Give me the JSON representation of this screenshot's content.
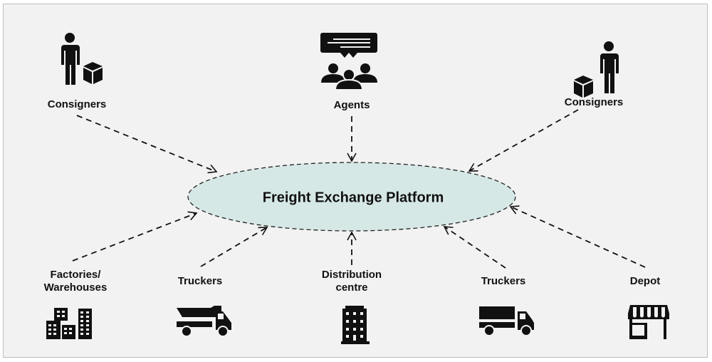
{
  "diagram": {
    "center": {
      "label": "Freight Exchange Platform",
      "fill_color": "#d6e8e6"
    },
    "nodes": [
      {
        "id": "consigners-left",
        "label": "Consigners",
        "icon": "person-with-box-icon",
        "arrow": "to-center"
      },
      {
        "id": "agents",
        "label": "Agents",
        "icon": "group-chat-icon",
        "arrow": "to-center"
      },
      {
        "id": "consigners-right",
        "label": "Consigners",
        "icon": "person-with-box-icon",
        "arrow": "to-center"
      },
      {
        "id": "factories-warehouses",
        "label_line1": "Factories/",
        "label_line2": "Warehouses",
        "icon": "buildings-icon",
        "arrow": "to-center"
      },
      {
        "id": "truckers-left",
        "label": "Truckers",
        "icon": "dump-truck-icon",
        "arrow": "to-center"
      },
      {
        "id": "distribution-centre",
        "label_line1": "Distribution",
        "label_line2": "centre",
        "icon": "office-building-icon",
        "arrow": "to-center"
      },
      {
        "id": "truckers-right",
        "label": "Truckers",
        "icon": "box-truck-icon",
        "arrow": "to-center"
      },
      {
        "id": "depot",
        "label": "Depot",
        "icon": "storefront-icon",
        "arrow": "to-center"
      }
    ],
    "edge_style": "dashed",
    "background_color": "#f2f2f2"
  }
}
